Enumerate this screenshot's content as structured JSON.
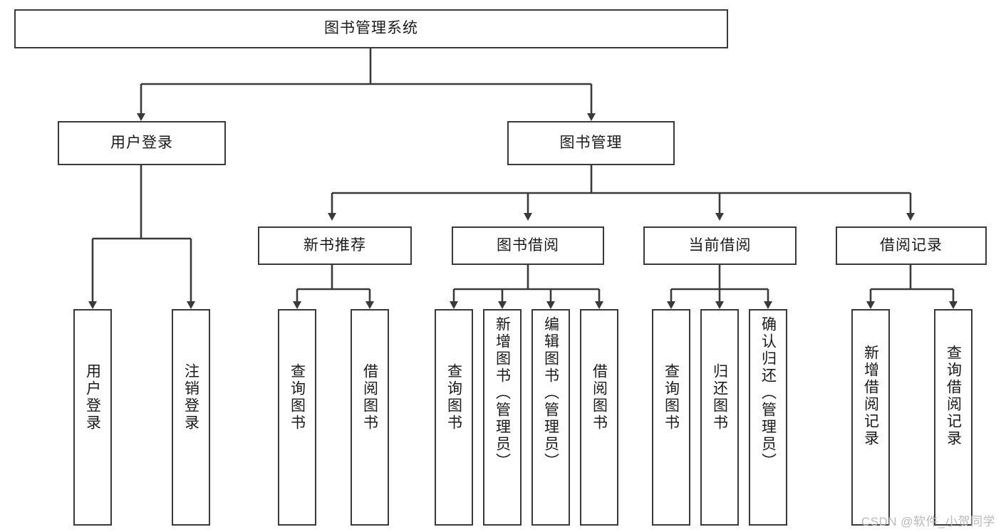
{
  "diagram": {
    "title": "图书管理系统",
    "type": "tree-hierarchy-diagram",
    "colors": {
      "box_border": "#3a3a3a",
      "box_fill": "#ffffff",
      "connector": "#3a3a3a",
      "text": "#1a1a1a",
      "watermark": "#b9b9b9",
      "background": "#ffffff"
    },
    "root": {
      "label": "图书管理系统"
    },
    "level2": [
      {
        "label": "用户登录"
      },
      {
        "label": "图书管理"
      }
    ],
    "level3": [
      {
        "label": "新书推荐"
      },
      {
        "label": "图书借阅"
      },
      {
        "label": "当前借阅"
      },
      {
        "label": "借阅记录"
      }
    ],
    "leaves": {
      "user_login": [
        {
          "label": "用户登录"
        },
        {
          "label": "注销登录"
        }
      ],
      "new_book_recommend": [
        {
          "label": "查询图书"
        },
        {
          "label": "借阅图书"
        }
      ],
      "book_borrow": [
        {
          "label": "查询图书"
        },
        {
          "label": "新增图书（管理员）"
        },
        {
          "label": "编辑图书（管理员）"
        },
        {
          "label": "借阅图书"
        }
      ],
      "current_borrow": [
        {
          "label": "查询图书"
        },
        {
          "label": "归还图书"
        },
        {
          "label": "确认归还（管理员）"
        }
      ],
      "borrow_record": [
        {
          "label": "新增借阅记录"
        },
        {
          "label": "查询借阅记录"
        }
      ]
    },
    "watermark": "CSDN @软件_小贺同学"
  }
}
